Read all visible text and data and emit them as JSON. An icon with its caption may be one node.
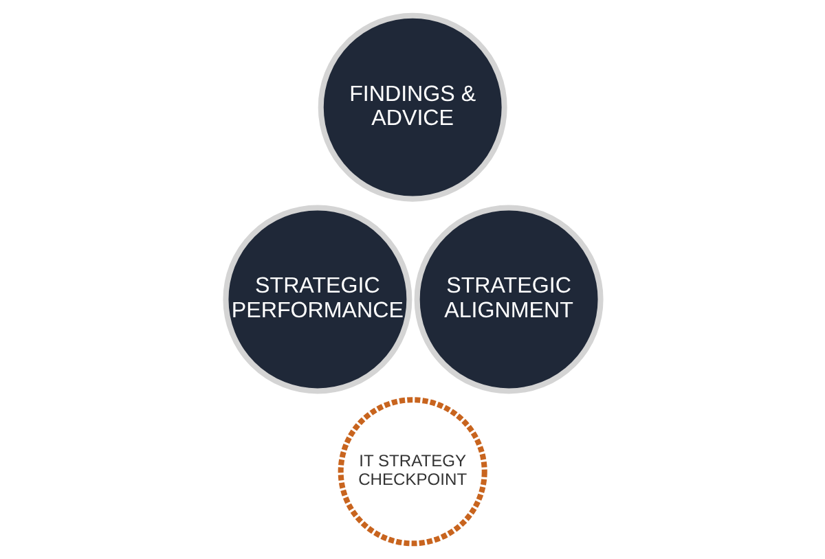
{
  "diagram": {
    "nodes": [
      {
        "text": [
          "FINDINGS & ADVICE"
        ]
      },
      {
        "text": [
          "STRATEGIC ALIGNMENT"
        ]
      },
      {
        "text": [
          "STRATEGIC PERFORMANCE"
        ]
      },
      {
        "text": [
          "IT STRATEGY CHECKPOINT"
        ]
      }
    ],
    "edges": []
  }
}
